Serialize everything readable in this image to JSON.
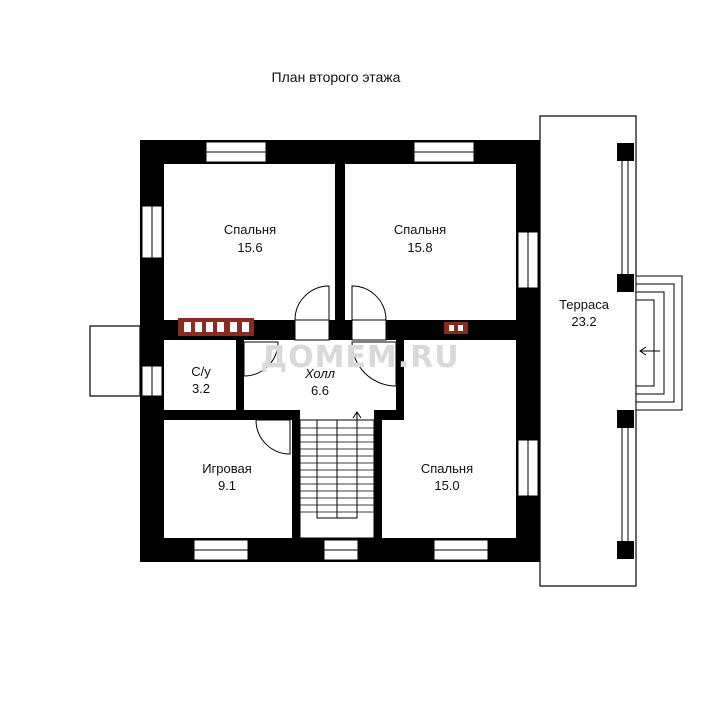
{
  "title": "План второго этажа",
  "watermark": "ДОМЕМ.RU",
  "rooms": {
    "bedroom_nw": {
      "name": "Спальня",
      "area": "15.6"
    },
    "bedroom_ne": {
      "name": "Спальня",
      "area": "15.8"
    },
    "bathroom": {
      "name": "С/у",
      "area": "3.2"
    },
    "hall": {
      "name": "Холл",
      "area": "6.6"
    },
    "playroom": {
      "name": "Игровая",
      "area": "9.1"
    },
    "bedroom_se": {
      "name": "Спальня",
      "area": "15.0"
    },
    "terrace": {
      "name": "Терраса",
      "area": "23.2"
    }
  },
  "colors": {
    "wall": "#000000",
    "chimney": "#8b2a1e",
    "background": "#ffffff"
  }
}
